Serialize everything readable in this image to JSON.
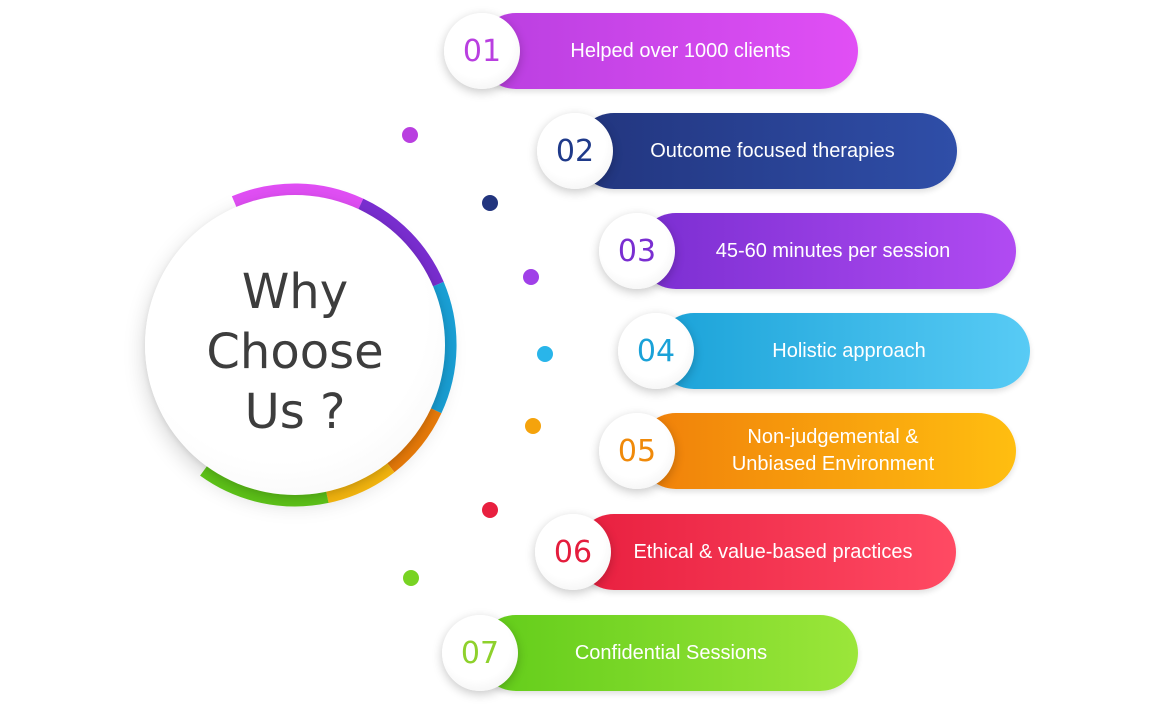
{
  "title_lines": [
    "Why",
    "Choose",
    "Us ?"
  ],
  "items": [
    {
      "number": "01",
      "text_lines": [
        "Helped over 1000 clients"
      ],
      "color_start": "#b93fe0",
      "color_end": "#e14ff5",
      "number_color": "#b93fe0"
    },
    {
      "number": "02",
      "text_lines": [
        "Outcome focused therapies"
      ],
      "color_start": "#22357e",
      "color_end": "#2f4ea8",
      "number_color": "#1f3a8a"
    },
    {
      "number": "03",
      "text_lines": [
        "45-60 minutes per session"
      ],
      "color_start": "#7a2ed1",
      "color_end": "#b14bf2",
      "number_color": "#7a2ed1"
    },
    {
      "number": "04",
      "text_lines": [
        "Holistic approach"
      ],
      "color_start": "#1aa2d8",
      "color_end": "#58cbf5",
      "number_color": "#1aa2d8"
    },
    {
      "number": "05",
      "text_lines": [
        "Non-judgemental &",
        "Unbiased Environment"
      ],
      "color_start": "#f07f0a",
      "color_end": "#ffbe10",
      "number_color": "#f08a0a"
    },
    {
      "number": "06",
      "text_lines": [
        "Ethical & value-based practices"
      ],
      "color_start": "#e81f3f",
      "color_end": "#ff4a63",
      "number_color": "#e41d3d"
    },
    {
      "number": "07",
      "text_lines": [
        "Confidential Sessions"
      ],
      "color_start": "#62cc1a",
      "color_end": "#9be63a",
      "number_color": "#8ed12c"
    }
  ],
  "dot_colors": [
    "#b93fe0",
    "#22357e",
    "#a040e8",
    "#29b5ea",
    "#f5a30c",
    "#e8203f",
    "#78d323"
  ]
}
